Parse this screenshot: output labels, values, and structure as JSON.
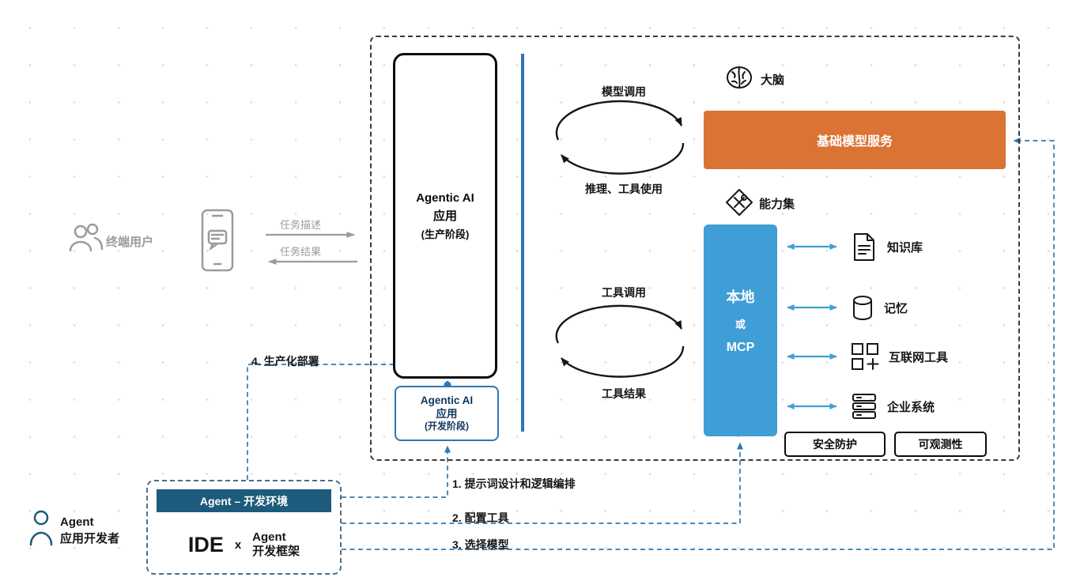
{
  "colors": {
    "orange": "#DB7334",
    "blue_box": "#3F9ED6",
    "blue_line": "#2E75B6",
    "dashed_connector": "#2E79B5",
    "dark_header": "#1D5B7C",
    "grey": "#9B9B9B",
    "black": "#161616"
  },
  "end_user": {
    "label": "终端用户",
    "task_request": "任务描述",
    "task_result": "任务结果"
  },
  "production_app": {
    "title": "Agentic AI",
    "subtitle": "应用",
    "stage": "(生产阶段)"
  },
  "dev_app": {
    "title": "Agentic AI",
    "subtitle": "应用",
    "stage": "(开发阶段)"
  },
  "model_cycle": {
    "call": "模型调用",
    "result": "推理、工具使用"
  },
  "tool_cycle": {
    "call": "工具调用",
    "result": "工具结果"
  },
  "brain": {
    "label": "大脑"
  },
  "foundation_model": {
    "label": "基础模型服务"
  },
  "capability": {
    "label": "能力集"
  },
  "local_mcp": {
    "line1": "本地",
    "line2": "或",
    "line3": "MCP"
  },
  "resources": [
    {
      "label": "知识库",
      "icon": "document-icon"
    },
    {
      "label": "记忆",
      "icon": "database-icon"
    },
    {
      "label": "互联网工具",
      "icon": "grid-plus-icon"
    },
    {
      "label": "企业系统",
      "icon": "server-stack-icon"
    }
  ],
  "badges": {
    "security": "安全防护",
    "observability": "可观测性"
  },
  "deployment": {
    "label": "4. 生产化部署"
  },
  "steps": [
    {
      "label": "1. 提示词设计和逻辑编排"
    },
    {
      "label": "2. 配置工具"
    },
    {
      "label": "3. 选择模型"
    }
  ],
  "developer": {
    "line1": "Agent",
    "line2": "应用开发者"
  },
  "dev_env": {
    "header": "Agent – 开发环境",
    "ide": "IDE",
    "times": "x",
    "framework_line1": "Agent",
    "framework_line2": "开发框架"
  },
  "icons": {
    "end_users": "users-icon",
    "device": "phone-chat-icon",
    "brain": "brain-icon",
    "capability": "toolkit-diamond-icon",
    "knowledge_base": "document-icon",
    "memory": "database-icon",
    "internet_tools": "grid-plus-icon",
    "enterprise_systems": "server-stack-icon",
    "developer": "person-icon"
  }
}
